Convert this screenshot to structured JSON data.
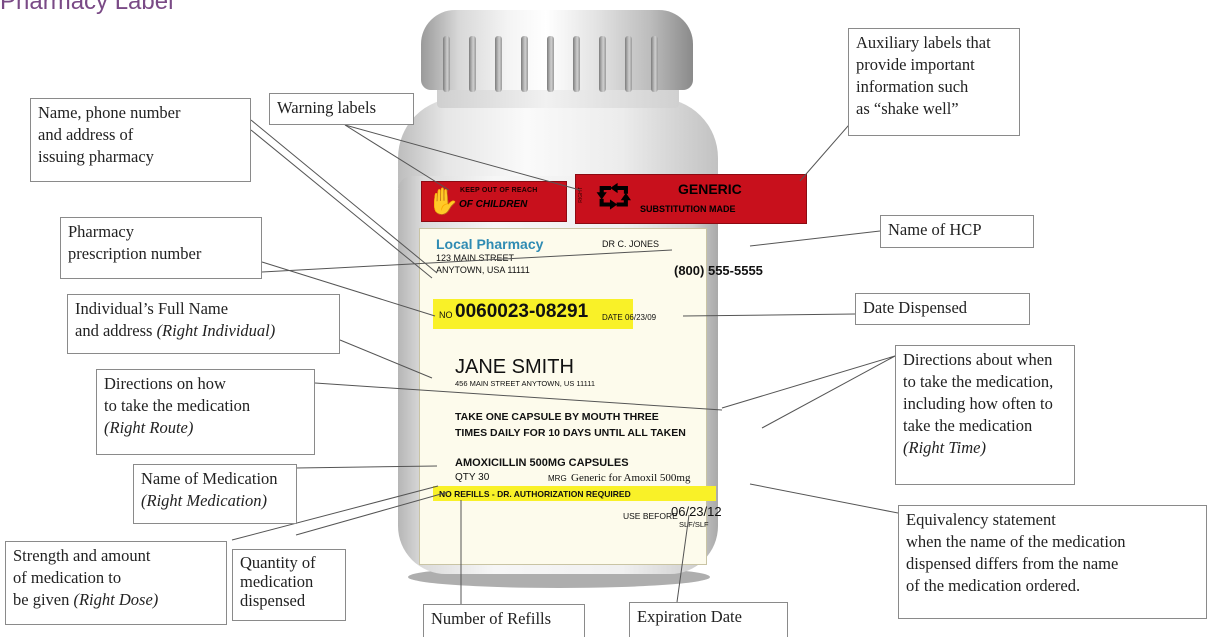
{
  "title": "Pharmacy Label",
  "colors": {
    "warning_red": "#c8101c",
    "highlight_yellow": "#f9f128",
    "pharmacy_blue": "#2f8bb3",
    "label_bg": "#fdfbec"
  },
  "bottle": {
    "warning_label": {
      "line1": "KEEP OUT OF REACH",
      "line2": "OF CHILDREN",
      "icon": "hand-icon"
    },
    "generic_label": {
      "line1": "GENERIC",
      "line2": "SUBSTITUTION MADE",
      "side": "RIGHT",
      "icon": "swap-arrows-icon"
    },
    "label": {
      "pharmacy_name": "Local Pharmacy",
      "pharmacy_street": "123 MAIN STREET",
      "pharmacy_city": "ANYTOWN, USA 11111",
      "doctor": "DR C. JONES",
      "phone": "(800) 555-5555",
      "no_prefix": "NO",
      "rx_number": "0060023-08291",
      "date": "DATE 06/23/09",
      "patient_name": "JANE SMITH",
      "patient_address": "456 MAIN STREET ANYTOWN, US 11111",
      "directions_line1": "TAKE ONE CAPSULE BY MOUTH THREE",
      "directions_line2": "TIMES DAILY FOR 10 DAYS UNTIL ALL TAKEN",
      "medication": "AMOXICILLIN 500MG CAPSULES",
      "qty": "QTY 30",
      "mfg_label": "MRG",
      "mfg_text": "Generic for Amoxil 500mg",
      "refills": "NO REFILLS - DR. AUTHORIZATION REQUIRED",
      "use_before_label": "USE BEFORE",
      "use_before_date": "06/23/12",
      "initials": "SLF/SLF"
    }
  },
  "callouts": {
    "pharmacy": [
      "Name, phone number",
      " and address of",
      "issuing pharmacy"
    ],
    "warning": [
      "Warning labels"
    ],
    "auxiliary": [
      "Auxiliary labels that",
      "provide important",
      "information such",
      "as “shake well”"
    ],
    "rx_number": [
      "Pharmacy",
      "prescription number"
    ],
    "hcp": [
      "Name of HCP"
    ],
    "individual": [
      "Individual’s Full Name",
      "and address "
    ],
    "individual_italic": "(Right Individual)",
    "date_dispensed": [
      "Date Dispensed"
    ],
    "directions_how": [
      "Directions on how",
      "to take the medication"
    ],
    "directions_how_italic": "(Right Route)",
    "directions_when": [
      "Directions about when",
      "to take the medication,",
      "including how often to",
      "take the medication"
    ],
    "directions_when_italic": "(Right Time)",
    "medication_name": [
      "Name of Medication"
    ],
    "medication_name_italic": "(Right Medication)",
    "strength": [
      "Strength and amount",
      "of medication to",
      "be given "
    ],
    "strength_italic": "(Right Dose)",
    "quantity": [
      "Quantity of",
      "medication",
      "dispensed"
    ],
    "equivalency": [
      "Equivalency statement",
      "when the name of the medication",
      "dispensed differs from the name",
      "of the medication ordered."
    ],
    "refills": [
      "Number of Refills"
    ],
    "expiration": [
      "Expiration Date"
    ]
  }
}
